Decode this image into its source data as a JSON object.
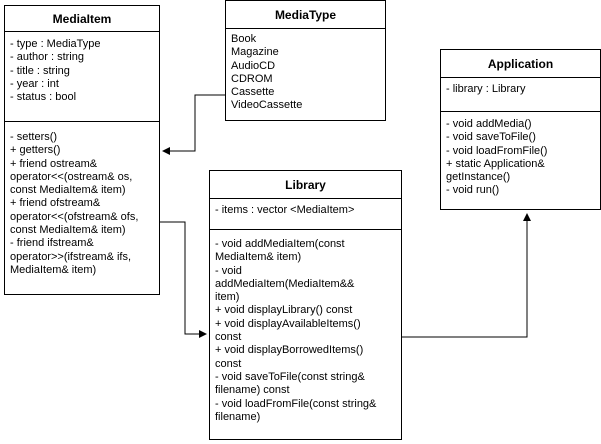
{
  "media_item": {
    "name": "MediaItem",
    "attributes": [
      "- type : MediaType",
      "- author : string",
      "- title : string",
      "- year : int",
      "- status : bool"
    ],
    "operations": [
      "- setters()",
      "+ getters()",
      "+ friend ostream&",
      "operator<<(ostream& os,",
      "const MediaItem& item)",
      "+ friend ofstream&",
      "operator<<(ofstream& ofs,",
      "const MediaItem& item)",
      "- friend ifstream&",
      "operator>>(ifstream& ifs,",
      "MediaItem& item)"
    ]
  },
  "media_type": {
    "name": "MediaType",
    "values": [
      "Book",
      "Magazine",
      "AudioCD",
      "CDROM",
      "Cassette",
      "VideoCassette"
    ]
  },
  "application": {
    "name": "Application",
    "attributes": [
      "- library : Library"
    ],
    "operations": [
      "- void addMedia()",
      "- void saveToFile()",
      "- void loadFromFile()",
      "+ static Application&",
      "getInstance()",
      "- void run()"
    ]
  },
  "library": {
    "name": "Library",
    "attributes": [
      "- items : vector <MediaItem>"
    ],
    "operations": [
      "- void addMediaItem(const",
      "MediaItem& item)",
      "- void",
      "addMediaItem(MediaItem&&",
      "item)",
      "+ void displayLibrary() const",
      "+ void displayAvailableItems()",
      "const",
      "+ void displayBorrowedItems()",
      "const",
      "- void saveToFile(const string&",
      "filename) const",
      "- void loadFromFile(const string&",
      "filename)"
    ]
  }
}
